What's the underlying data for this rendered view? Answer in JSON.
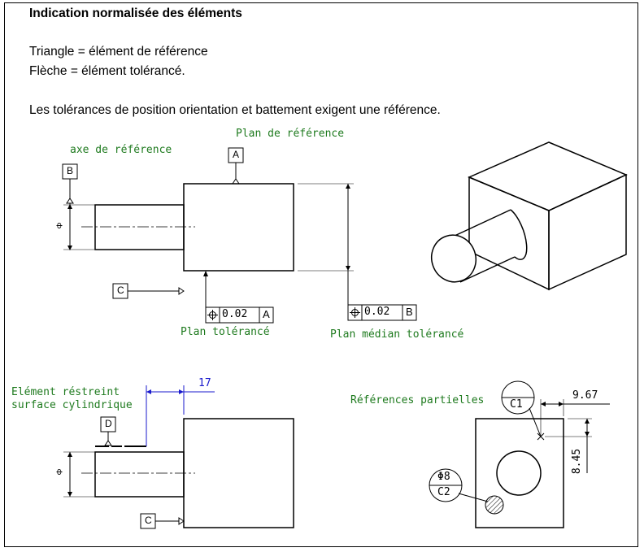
{
  "header": {
    "title": "Indication normalisée des éléments",
    "line1": "Triangle = élément de référence",
    "line2": "Flèche = élément tolérancé.",
    "line3": "Les tolérances de position orientation et battement exigent une référence."
  },
  "diagram1": {
    "label_axe": "axe de référence",
    "label_plan_ref": "Plan de référence",
    "label_plan_tol": "Plan tolérancé",
    "label_plan_median": "Plan médian tolérancé",
    "datum_a": "A",
    "datum_b": "B",
    "datum_c": "C",
    "diameter_symbol": "Φ",
    "frame1_value": "0.02",
    "frame1_ref": "A",
    "frame2_value": "0.02",
    "frame2_ref": "B"
  },
  "diagram2": {
    "label_line1": "Elément réstreint",
    "label_line2": "surface cylindrique",
    "datum_d": "D",
    "datum_c": "C",
    "dim_17": "17",
    "diameter_symbol": "Φ"
  },
  "diagram3": {
    "label": "Références partielles",
    "target1": "C1",
    "target2_top": "Φ8",
    "target2_bottom": "C2",
    "dim_h": "9.67",
    "dim_v": "8.45"
  },
  "colors": {
    "label_green": "#1e7a1e",
    "dim_blue": "#1a1acc",
    "line": "#000000"
  }
}
